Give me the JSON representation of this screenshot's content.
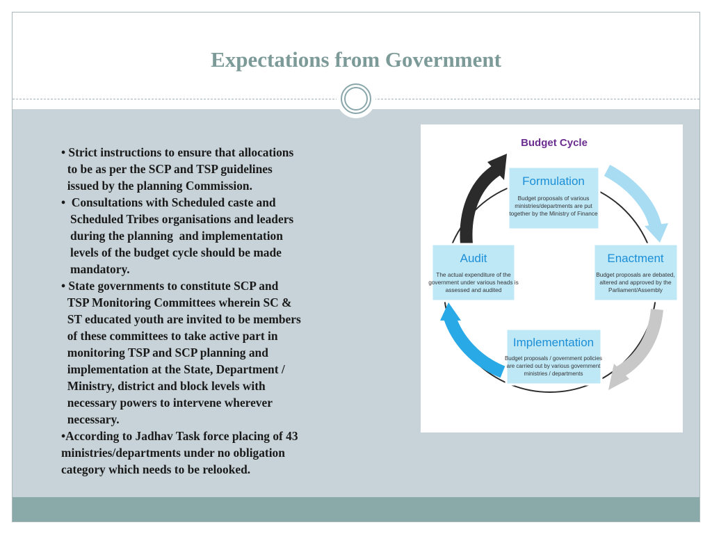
{
  "slide": {
    "title": "Expectations from Government"
  },
  "bullets": [
    "• Strict instructions to ensure that allocations\n  to be as per the SCP and TSP guidelines\n  issued by the planning Commission.",
    "•  Consultations with Scheduled caste and\n   Scheduled Tribes organisations and leaders\n   during the planning  and implementation\n   levels of the budget cycle should be made\n   mandatory.",
    "• State governments to constitute SCP and\n  TSP Monitoring Committees wherein SC &\n  ST educated youth are invited to be members\n  of these committees to take active part in\n  monitoring TSP and SCP planning and\n  implementation at the State, Department /\n  Ministry, district and block levels with\n  necessary powers to intervene wherever\n  necessary.",
    "•According to Jadhav Task force placing of 43\nministries/departments under no obligation\ncategory which needs to be relooked."
  ],
  "diagram": {
    "title": "Budget Cycle",
    "stages": {
      "formulation": {
        "title": "Formulation",
        "lines": [
          "Budget proposals of various",
          "ministries/departments are put",
          "together by the Ministry of Finance"
        ]
      },
      "enactment": {
        "title": "Enactment",
        "lines": [
          "Budget proposals are debated,",
          "altered and approved by the",
          "Parliament/Assembly"
        ]
      },
      "implementation": {
        "title": "Implementation",
        "lines": [
          "Budget proposals / government policies",
          "are carried out by various government",
          "ministries / departments"
        ]
      },
      "audit": {
        "title": "Audit",
        "lines": [
          "The actual expenditure of the",
          "government under various heads is",
          "assessed and audited"
        ]
      }
    },
    "colors": {
      "title": "#6b2d8f",
      "box_fill": "#bfe8f7",
      "stage_title": "#1a8ed6",
      "arrow_light_blue": "#a8dcf3",
      "arrow_blue": "#29a9e6",
      "arrow_dark": "#2b2b2b",
      "arrow_gray": "#c8c8c8"
    }
  },
  "theme": {
    "title_color": "#7c9a98",
    "content_bg": "#c7d3d8",
    "footer_bg": "#89aaa9"
  }
}
